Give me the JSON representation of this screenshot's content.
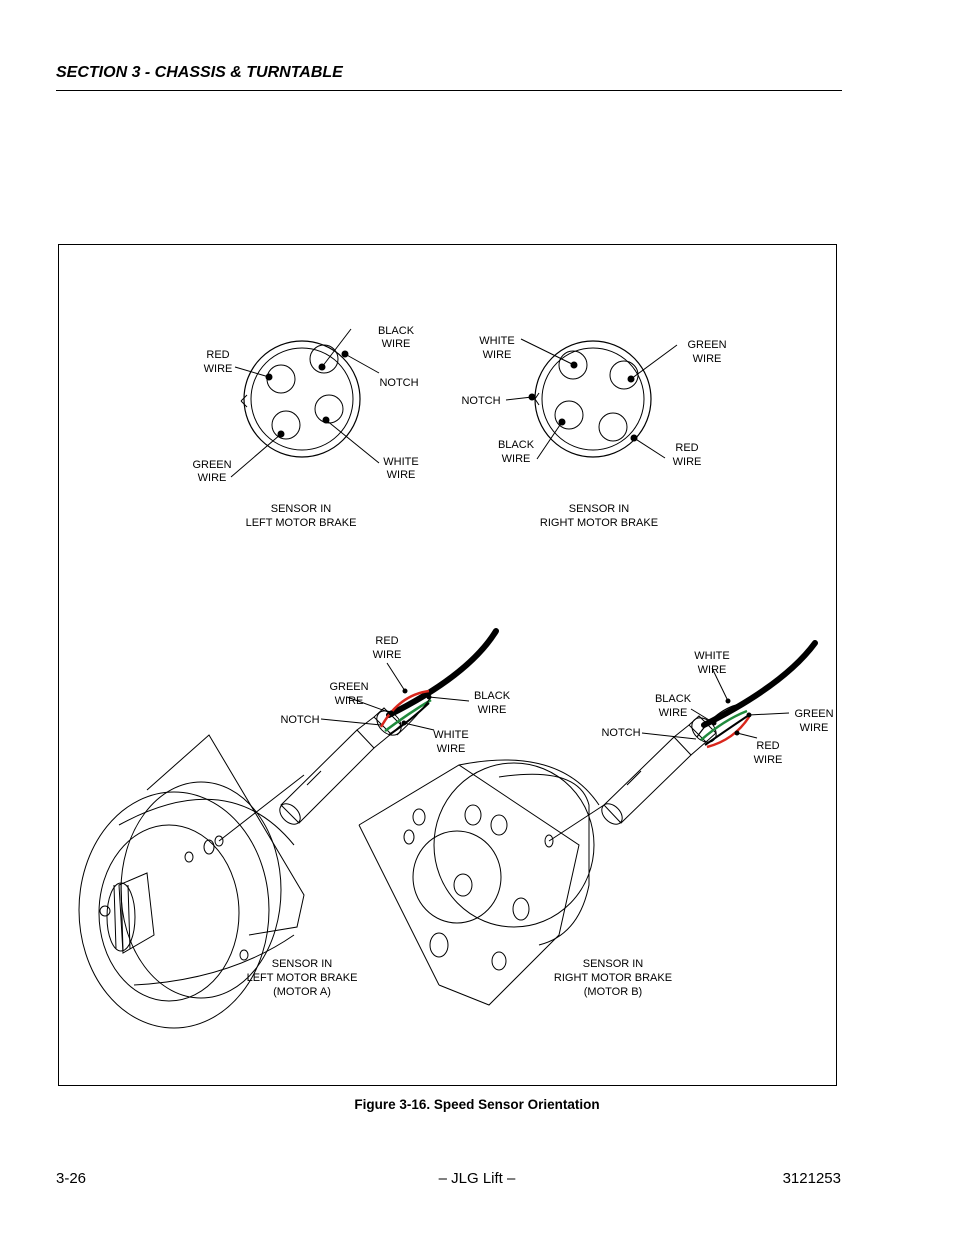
{
  "header": {
    "section_title": "SECTION 3 - CHASSIS & TURNTABLE"
  },
  "figure": {
    "caption": "Figure 3-16.  Speed Sensor Orientation",
    "left_sensor_face": {
      "red_wire": [
        "RED",
        "WIRE"
      ],
      "black_wire": [
        "BLACK",
        "WIRE"
      ],
      "notch": "NOTCH",
      "green_wire": [
        "GREEN",
        "WIRE"
      ],
      "white_wire": [
        "WHITE",
        "WIRE"
      ],
      "title": [
        "SENSOR IN",
        "LEFT MOTOR BRAKE"
      ]
    },
    "right_sensor_face": {
      "white_wire": [
        "WHITE",
        "WIRE"
      ],
      "green_wire": [
        "GREEN",
        "WIRE"
      ],
      "notch": "NOTCH",
      "black_wire": [
        "BLACK",
        "WIRE"
      ],
      "red_wire": [
        "RED",
        "WIRE"
      ],
      "title": [
        "SENSOR IN",
        "RIGHT MOTOR BRAKE"
      ]
    },
    "left_assembly": {
      "red_wire": [
        "RED",
        "WIRE"
      ],
      "green_wire": [
        "GREEN",
        "WIRE"
      ],
      "black_wire": [
        "BLACK",
        "WIRE"
      ],
      "notch": "NOTCH",
      "white_wire": [
        "WHITE",
        "WIRE"
      ],
      "title": [
        "SENSOR IN",
        "LEFT MOTOR BRAKE",
        "(MOTOR A)"
      ]
    },
    "right_assembly": {
      "white_wire": [
        "WHITE",
        "WIRE"
      ],
      "black_wire": [
        "BLACK",
        "WIRE"
      ],
      "green_wire": [
        "GREEN",
        "WIRE"
      ],
      "notch": "NOTCH",
      "red_wire": [
        "RED",
        "WIRE"
      ],
      "title": [
        "SENSOR IN",
        "RIGHT MOTOR BRAKE",
        "(MOTOR B)"
      ]
    }
  },
  "footer": {
    "page_number": "3-26",
    "center": "– JLG Lift –",
    "doc_number": "3121253"
  },
  "colors": {
    "red_wire": "#d9261c",
    "green_wire": "#1f8a3c",
    "line": "#000000"
  }
}
